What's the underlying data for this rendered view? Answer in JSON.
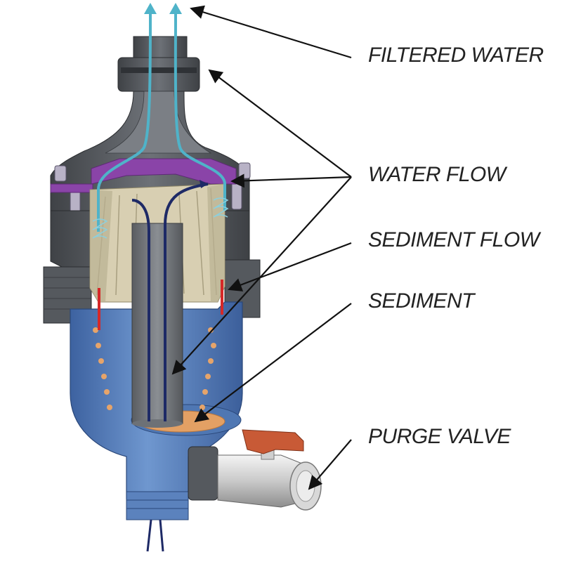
{
  "labels": {
    "filtered_water": "FILTERED WATER",
    "water_flow": "WATER FLOW",
    "sediment_flow": "SEDIMENT FLOW",
    "sediment": "SEDIMENT",
    "purge_valve": "PURGE VALVE"
  },
  "colors": {
    "housing_gray": "#5d6166",
    "bowl_blue": "#5d86c0",
    "seal_purple": "#8a44a8",
    "filtered_flow_cyan": "#4fb3c9",
    "inner_flow_navy": "#1e2a66",
    "sediment_flow_red": "#d62828",
    "sediment_orange": "#e3a064",
    "valve_handle": "#c85a36"
  }
}
